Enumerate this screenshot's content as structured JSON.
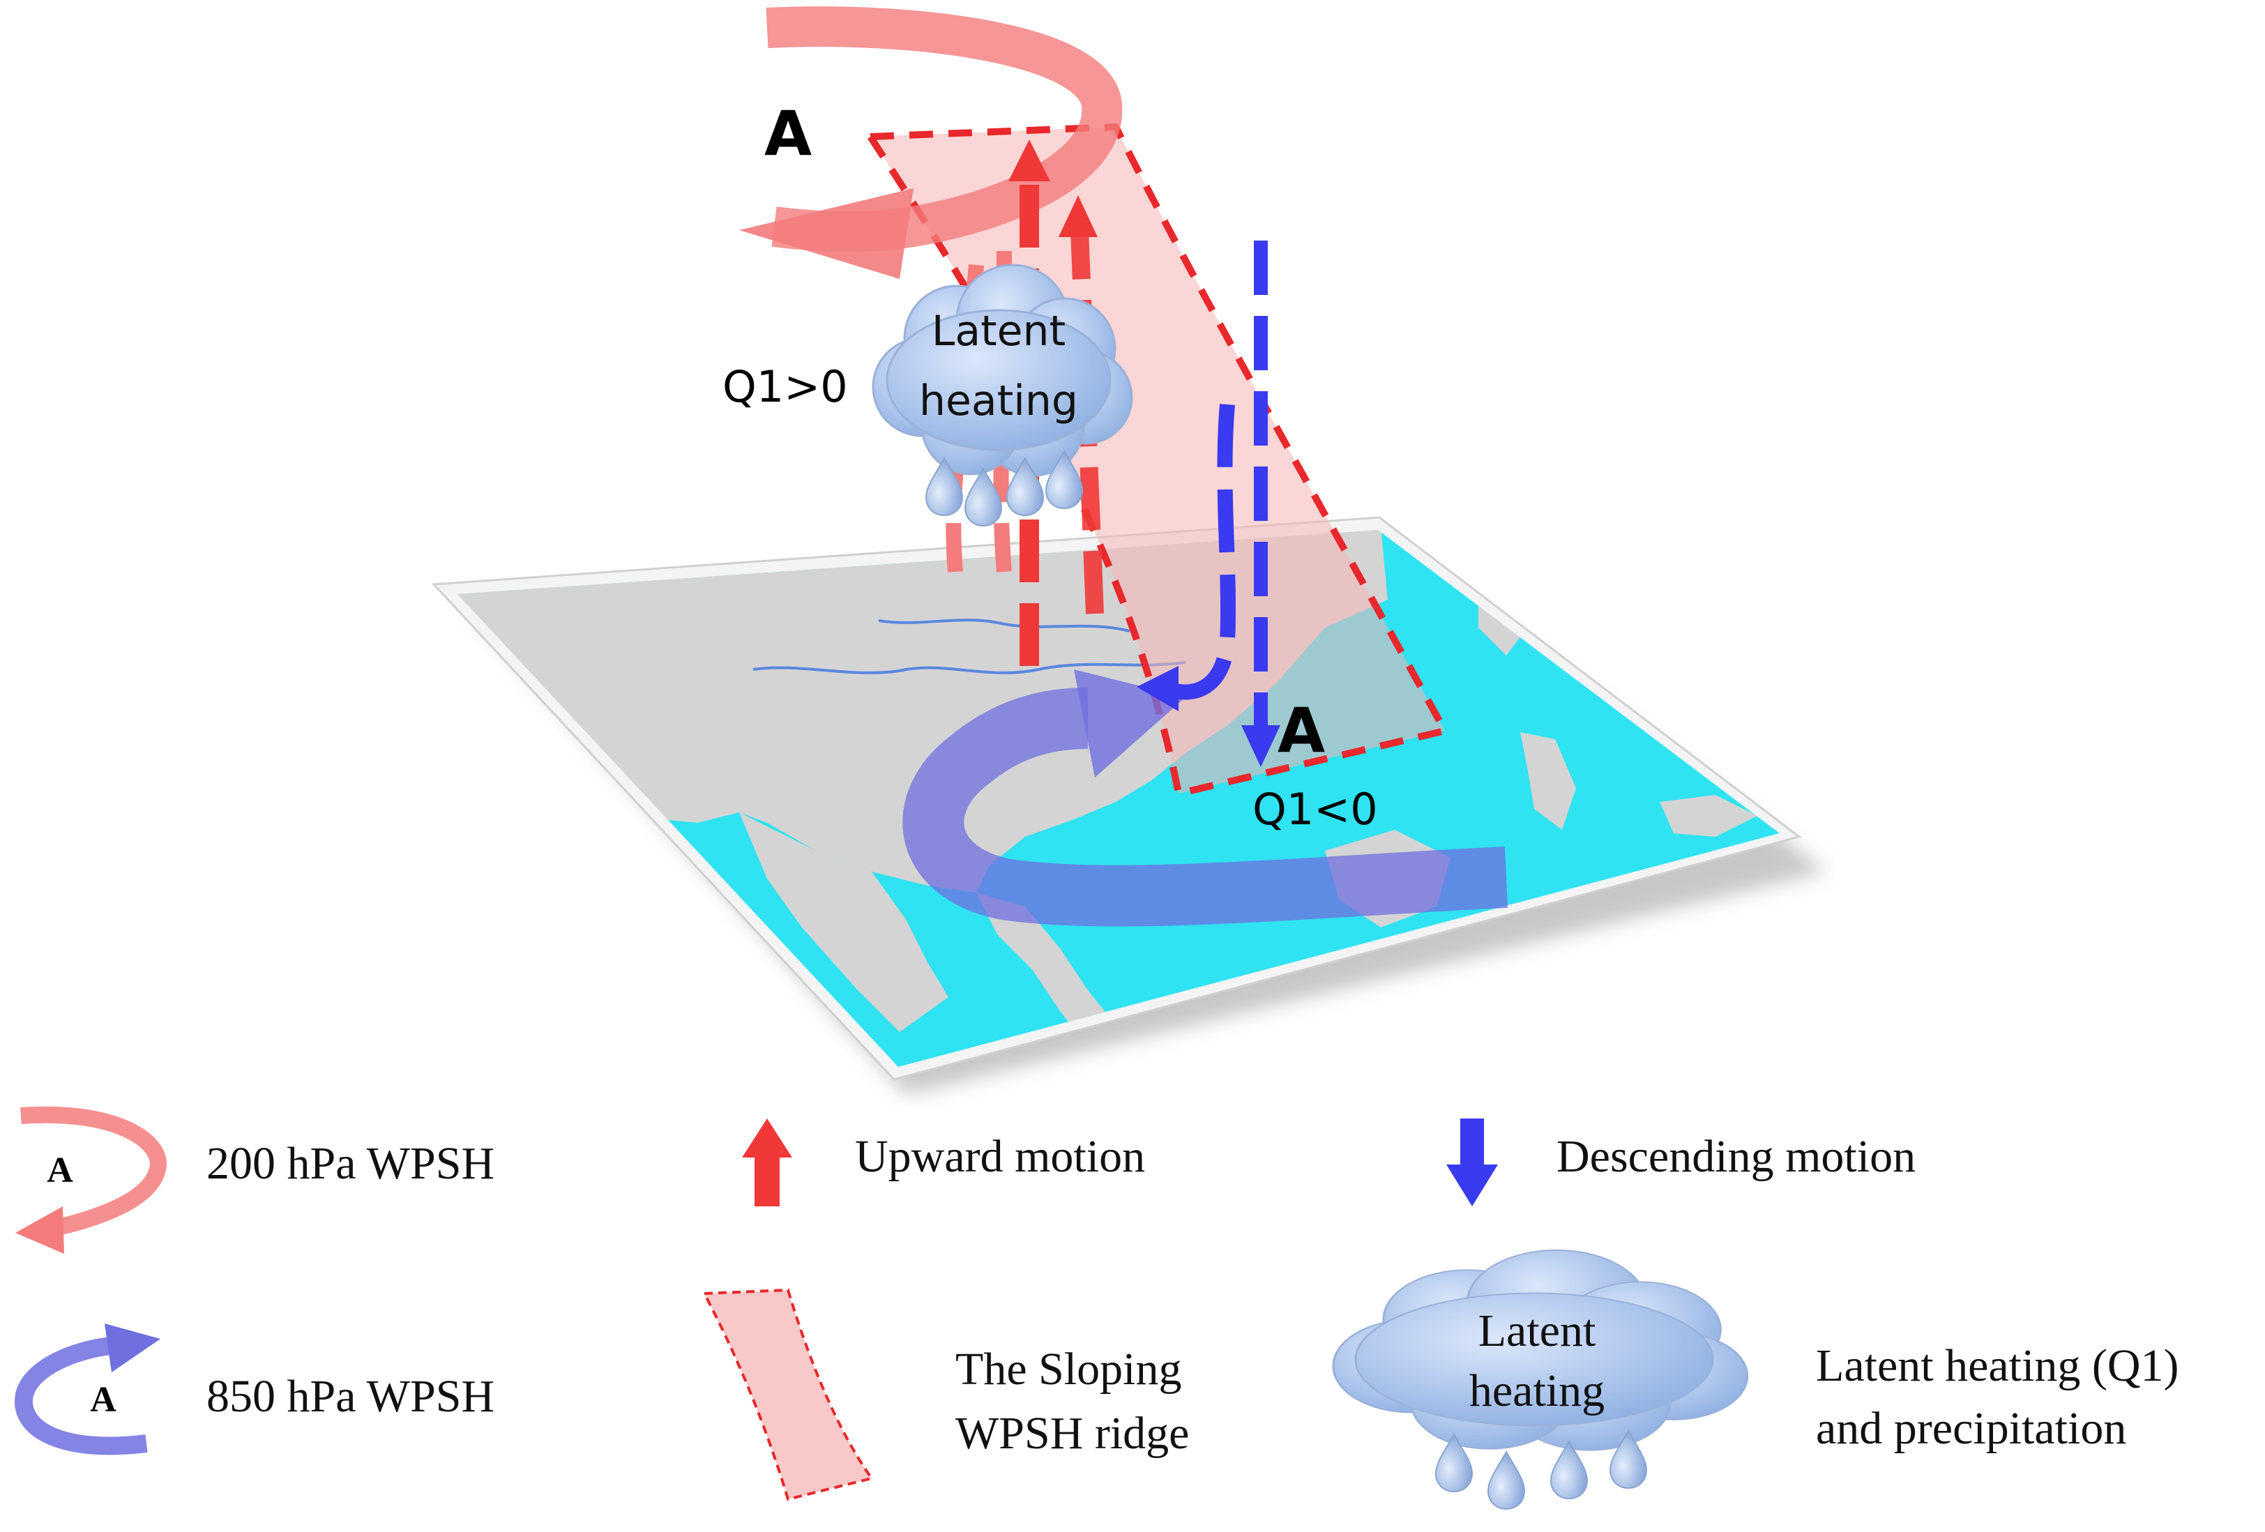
{
  "diagram": {
    "label_A_upper": "A",
    "label_A_lower": "A",
    "label_q1_positive": "Q1>0",
    "label_q1_negative": "Q1<0",
    "cloud_line1": "Latent",
    "cloud_line2": "heating"
  },
  "legend": {
    "wpsh_200_symbol": "A",
    "wpsh_200_label": "200 hPa WPSH",
    "wpsh_850_symbol": "A",
    "wpsh_850_label": "850 hPa WPSH",
    "upward_label": "Upward motion",
    "descending_label": "Descending motion",
    "ridge_line1": "The Sloping",
    "ridge_line2": "WPSH ridge",
    "cloud_line1": "Latent",
    "cloud_line2": "heating",
    "heating_line1": "Latent heating (Q1)",
    "heating_line2": "and precipitation"
  },
  "icons": [
    "anticyclone-200hpa-icon",
    "anticyclone-850hpa-icon",
    "upward-arrow-icon",
    "descending-arrow-icon",
    "sloping-ridge-icon",
    "cloud-rain-icon"
  ],
  "colors": {
    "upper_flow": "#f47c7c",
    "lower_flow": "#6f6fe0",
    "upward": "#f03838",
    "descending": "#3a3af0",
    "ridge_fill": "#f9c8c8",
    "ocean": "#2fe3f2",
    "land": "#d4d4d4"
  }
}
